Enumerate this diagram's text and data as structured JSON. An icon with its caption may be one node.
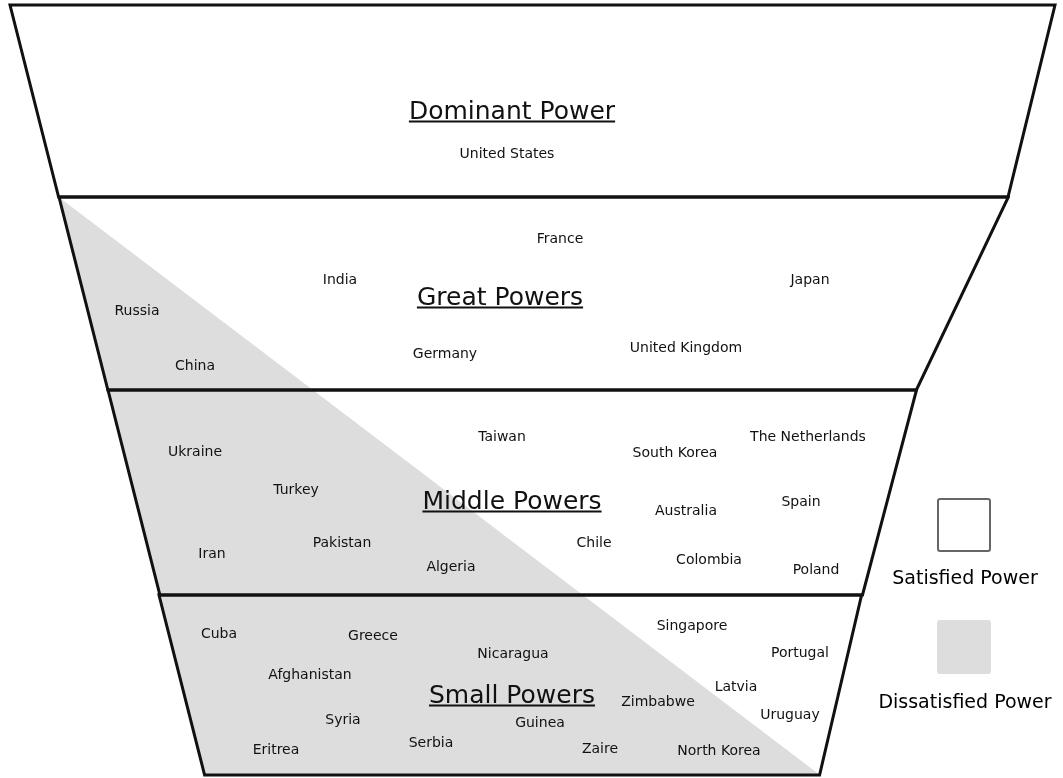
{
  "diagram": {
    "nodes": [
      {
        "text": [
          "Dominant Power",
          "United States"
        ]
      },
      {
        "text": [
          "France",
          "India",
          "Great Powers",
          "Japan",
          "Russia",
          "China",
          "Germany",
          "United Kingdom"
        ]
      },
      {
        "text": [
          "Ukraine",
          "Taiwan",
          "South Korea",
          "The Netherlands",
          "Turkey",
          "Middle Powers",
          "Australia",
          "Spain",
          "Iran",
          "Pakistan",
          "Algeria",
          "Chile",
          "Colombia",
          "Poland"
        ]
      },
      {
        "text": [
          "Cuba",
          "Greece",
          "Singapore",
          "Nicaragua",
          "Portugal",
          "Afghanistan",
          "Latvia",
          "Small Powers",
          "Zimbabwe",
          "Syria",
          "Guinea",
          "Uruguay",
          "Eritrea",
          "Serbia",
          "Zaire",
          "North Korea"
        ]
      }
    ],
    "legend": [
      {
        "text": "Satisfied Power",
        "color": "#ffffff"
      },
      {
        "text": "Dissatisfied Power",
        "color": "#dddddd"
      }
    ]
  }
}
